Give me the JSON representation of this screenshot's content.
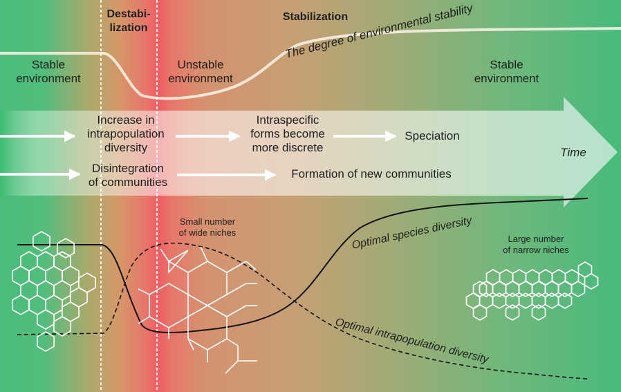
{
  "phases": {
    "destabilization": "Destabi-\nlization",
    "stabilization": "Stabilization"
  },
  "stability_curve_label": "The degree  of environmental stability",
  "environments": {
    "stable_left": "Stable\nenvironment",
    "unstable": "Unstable\nenvironment",
    "stable_right": "Stable\nenvironment"
  },
  "arrow_row1": {
    "step1": "Increase in\nintrapopulation\ndiversity",
    "step2": "Intraspecific\nforms become\nmore discrete",
    "step3": "Speciation"
  },
  "arrow_row2": {
    "step1": "Disintegration\nof communities",
    "step2": "Formation of new communities"
  },
  "time_label": "Time",
  "niches": {
    "wide": "Small number\nof wide niches",
    "narrow": "Large number\nof narrow niches"
  },
  "curves": {
    "species": "Optimal species diversity",
    "intrapopulation": "Optimal intrapopulation diversity"
  },
  "colors": {
    "green": "#4dbd7e",
    "red": "#ee5e62",
    "tan": "#cb9a72",
    "olive": "#9eac76"
  }
}
